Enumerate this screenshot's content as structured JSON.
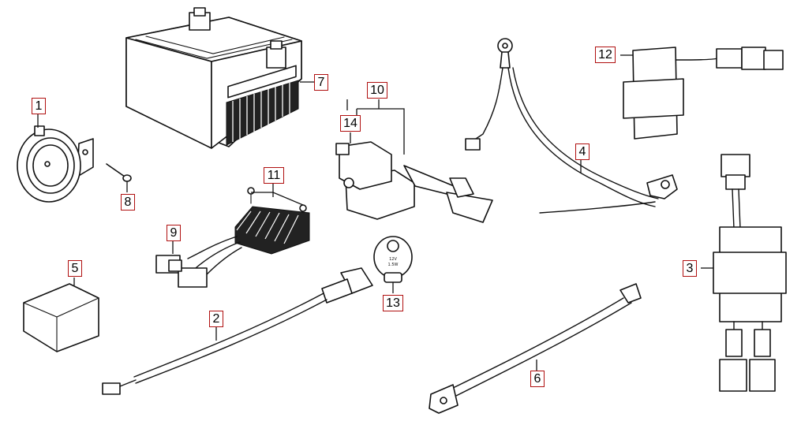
{
  "diagram": {
    "callouts": [
      {
        "id": "1",
        "text": "1"
      },
      {
        "id": "2",
        "text": "2"
      },
      {
        "id": "3",
        "text": "3"
      },
      {
        "id": "4",
        "text": "4"
      },
      {
        "id": "5",
        "text": "5"
      },
      {
        "id": "6",
        "text": "6"
      },
      {
        "id": "7",
        "text": "7"
      },
      {
        "id": "8",
        "text": "8"
      },
      {
        "id": "9",
        "text": "9"
      },
      {
        "id": "10",
        "text": "10"
      },
      {
        "id": "11",
        "text": "11"
      },
      {
        "id": "12",
        "text": "12"
      },
      {
        "id": "13",
        "text": "13"
      },
      {
        "id": "14",
        "text": "14"
      }
    ],
    "label_marking": {
      "line1": "12V",
      "line2": "1.5W"
    },
    "colors": {
      "line": "#111111",
      "callout_border": "#b01010",
      "background": "#ffffff"
    }
  }
}
